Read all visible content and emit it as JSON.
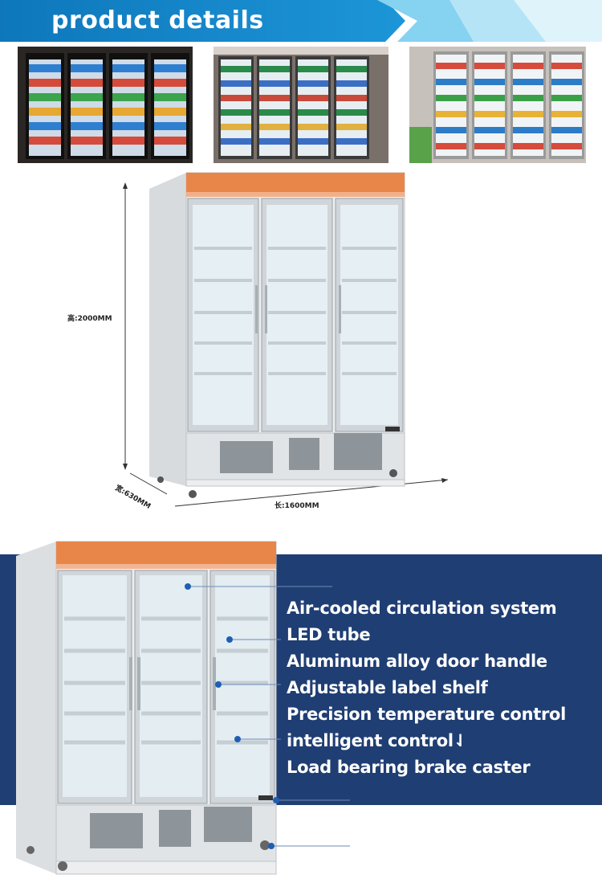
{
  "banner": {
    "title": "product details",
    "colors": {
      "dark": "#0f7fc2",
      "light": "#6ec8ee"
    }
  },
  "photos": [
    {
      "name": "store-photo-1",
      "doors": 4,
      "frame": "#1b1b1b"
    },
    {
      "name": "store-photo-2",
      "doors": 4,
      "frame": "#5a5350"
    },
    {
      "name": "store-photo-3",
      "doors": 4,
      "frame": "#c9c9c9"
    }
  ],
  "dimensions": {
    "height": "高:2000MM",
    "depth": "宽:630MM",
    "length": "长:1600MM"
  },
  "features": {
    "panel_color": "#1f3e73",
    "items": [
      "Air-cooled circulation system",
      "LED tube",
      "Aluminum alloy door handle",
      "Adjustable label shelf",
      "Precision temperature control",
      "intelligent control⇃",
      "Load bearing brake caster"
    ]
  },
  "colors": {
    "cabinet": "#e9ebec",
    "top_panel": "#e8864a",
    "glass": "#e3edf2",
    "marker": "#1e5fb4"
  }
}
